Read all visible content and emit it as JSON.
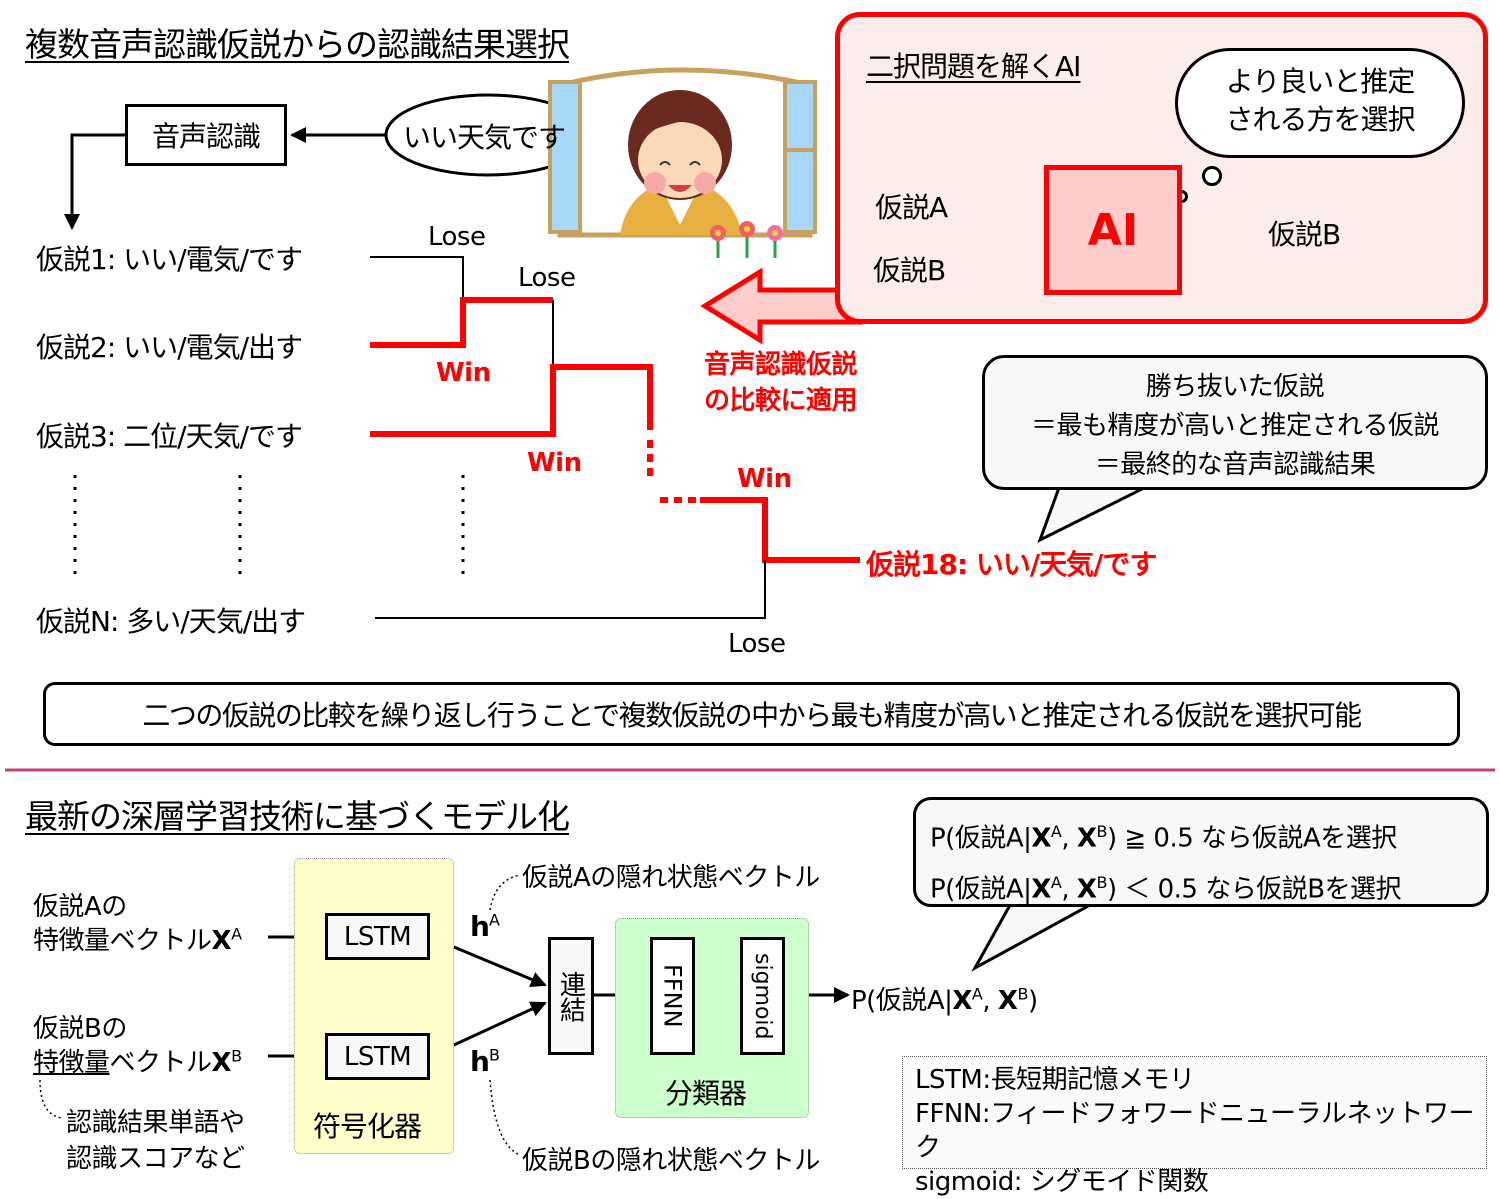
{
  "top_section": {
    "title": "複数音声認識仮説からの認識結果選択",
    "asr_box_label": "音声認識",
    "speech_bubble": "いい天気です",
    "hypotheses": [
      {
        "label": "仮説1: いい/電気/です",
        "result": "Lose"
      },
      {
        "label": "仮説2: いい/電気/出す",
        "result": "Win"
      },
      {
        "label": "仮説3: 二位/天気/です",
        "result": "Win"
      },
      {
        "label": "仮説N: 多い/天気/出す",
        "result": "Lose"
      }
    ],
    "bracket_labels": {
      "lose_1": "Lose",
      "lose_2": "Lose",
      "win_1": "Win",
      "win_2": "Win",
      "win_3": "Win",
      "lose_final": "Lose"
    },
    "winner": "仮説18: いい/天気/です",
    "apply_label_line1": "音声認識仮説",
    "apply_label_line2": "の比較に適用",
    "winner_callout": [
      "勝ち抜いた仮説",
      "＝最も精度が高いと推定される仮説",
      "＝最終的な音声認識結果"
    ],
    "summary": "二つの仮説の比較を繰り返し行うことで複数仮説の中から最も精度が高いと推定される仮説を選択可能"
  },
  "ai_panel": {
    "title": "二択問題を解くAI",
    "thought": [
      "より良いと推定",
      "される方を選択"
    ],
    "input_a": "仮説A",
    "input_b": "仮説B",
    "ai_label": "AI",
    "output": "仮説B"
  },
  "bottom_section": {
    "title": "最新の深層学習技術に基づくモデル化",
    "input_a_line1": "仮説Aの",
    "input_a_line2": "特徴量ベクトル",
    "input_b_line1": "仮説Bの",
    "input_b_line2_underlined": "特徴量",
    "input_b_line2_rest": "ベクトル",
    "x_symbol": "X",
    "sup_a": "A",
    "sup_b": "B",
    "feature_note": [
      "認識結果単語や",
      "認識スコアなど"
    ],
    "lstm_label": "LSTM",
    "encoder_label": "符号化器",
    "h_symbol": "h",
    "hidden_a_note": "仮説Aの隠れ状態ベクトル",
    "hidden_b_note": "仮説Bの隠れ状態ベクトル",
    "concat_label": "連結",
    "ffnn_label": "FFNN",
    "sigmoid_label": "sigmoid",
    "classifier_label": "分類器",
    "output_prefix": "P(仮説A|",
    "output_mid": ", ",
    "output_suffix": ")",
    "decision_rule_1_prefix": "P(仮説A|",
    "decision_rule_1_suffix": ") ≧ 0.5 なら仮説Aを選択",
    "decision_rule_2_prefix": "P(仮説A|",
    "decision_rule_2_suffix": ") ＜ 0.5 なら仮説Bを選択",
    "glossary": [
      {
        "term": "LSTM",
        "sep": ":",
        "desc": "長短期記憶メモリ"
      },
      {
        "term": "FFNN",
        "sep": ":",
        "desc": "フィードフォワードニューラルネットワーク"
      },
      {
        "term": "sigmoid",
        "sep": ":",
        "desc": " シグモイド関数"
      }
    ]
  },
  "colors": {
    "accent_red": "#ff0000",
    "panel_pink": "#fdecec",
    "ai_box_fill": "#ffcccc",
    "divider": "#c0407a",
    "encoder_fill": "#ffffcc",
    "classifier_fill": "#ccffcc"
  }
}
